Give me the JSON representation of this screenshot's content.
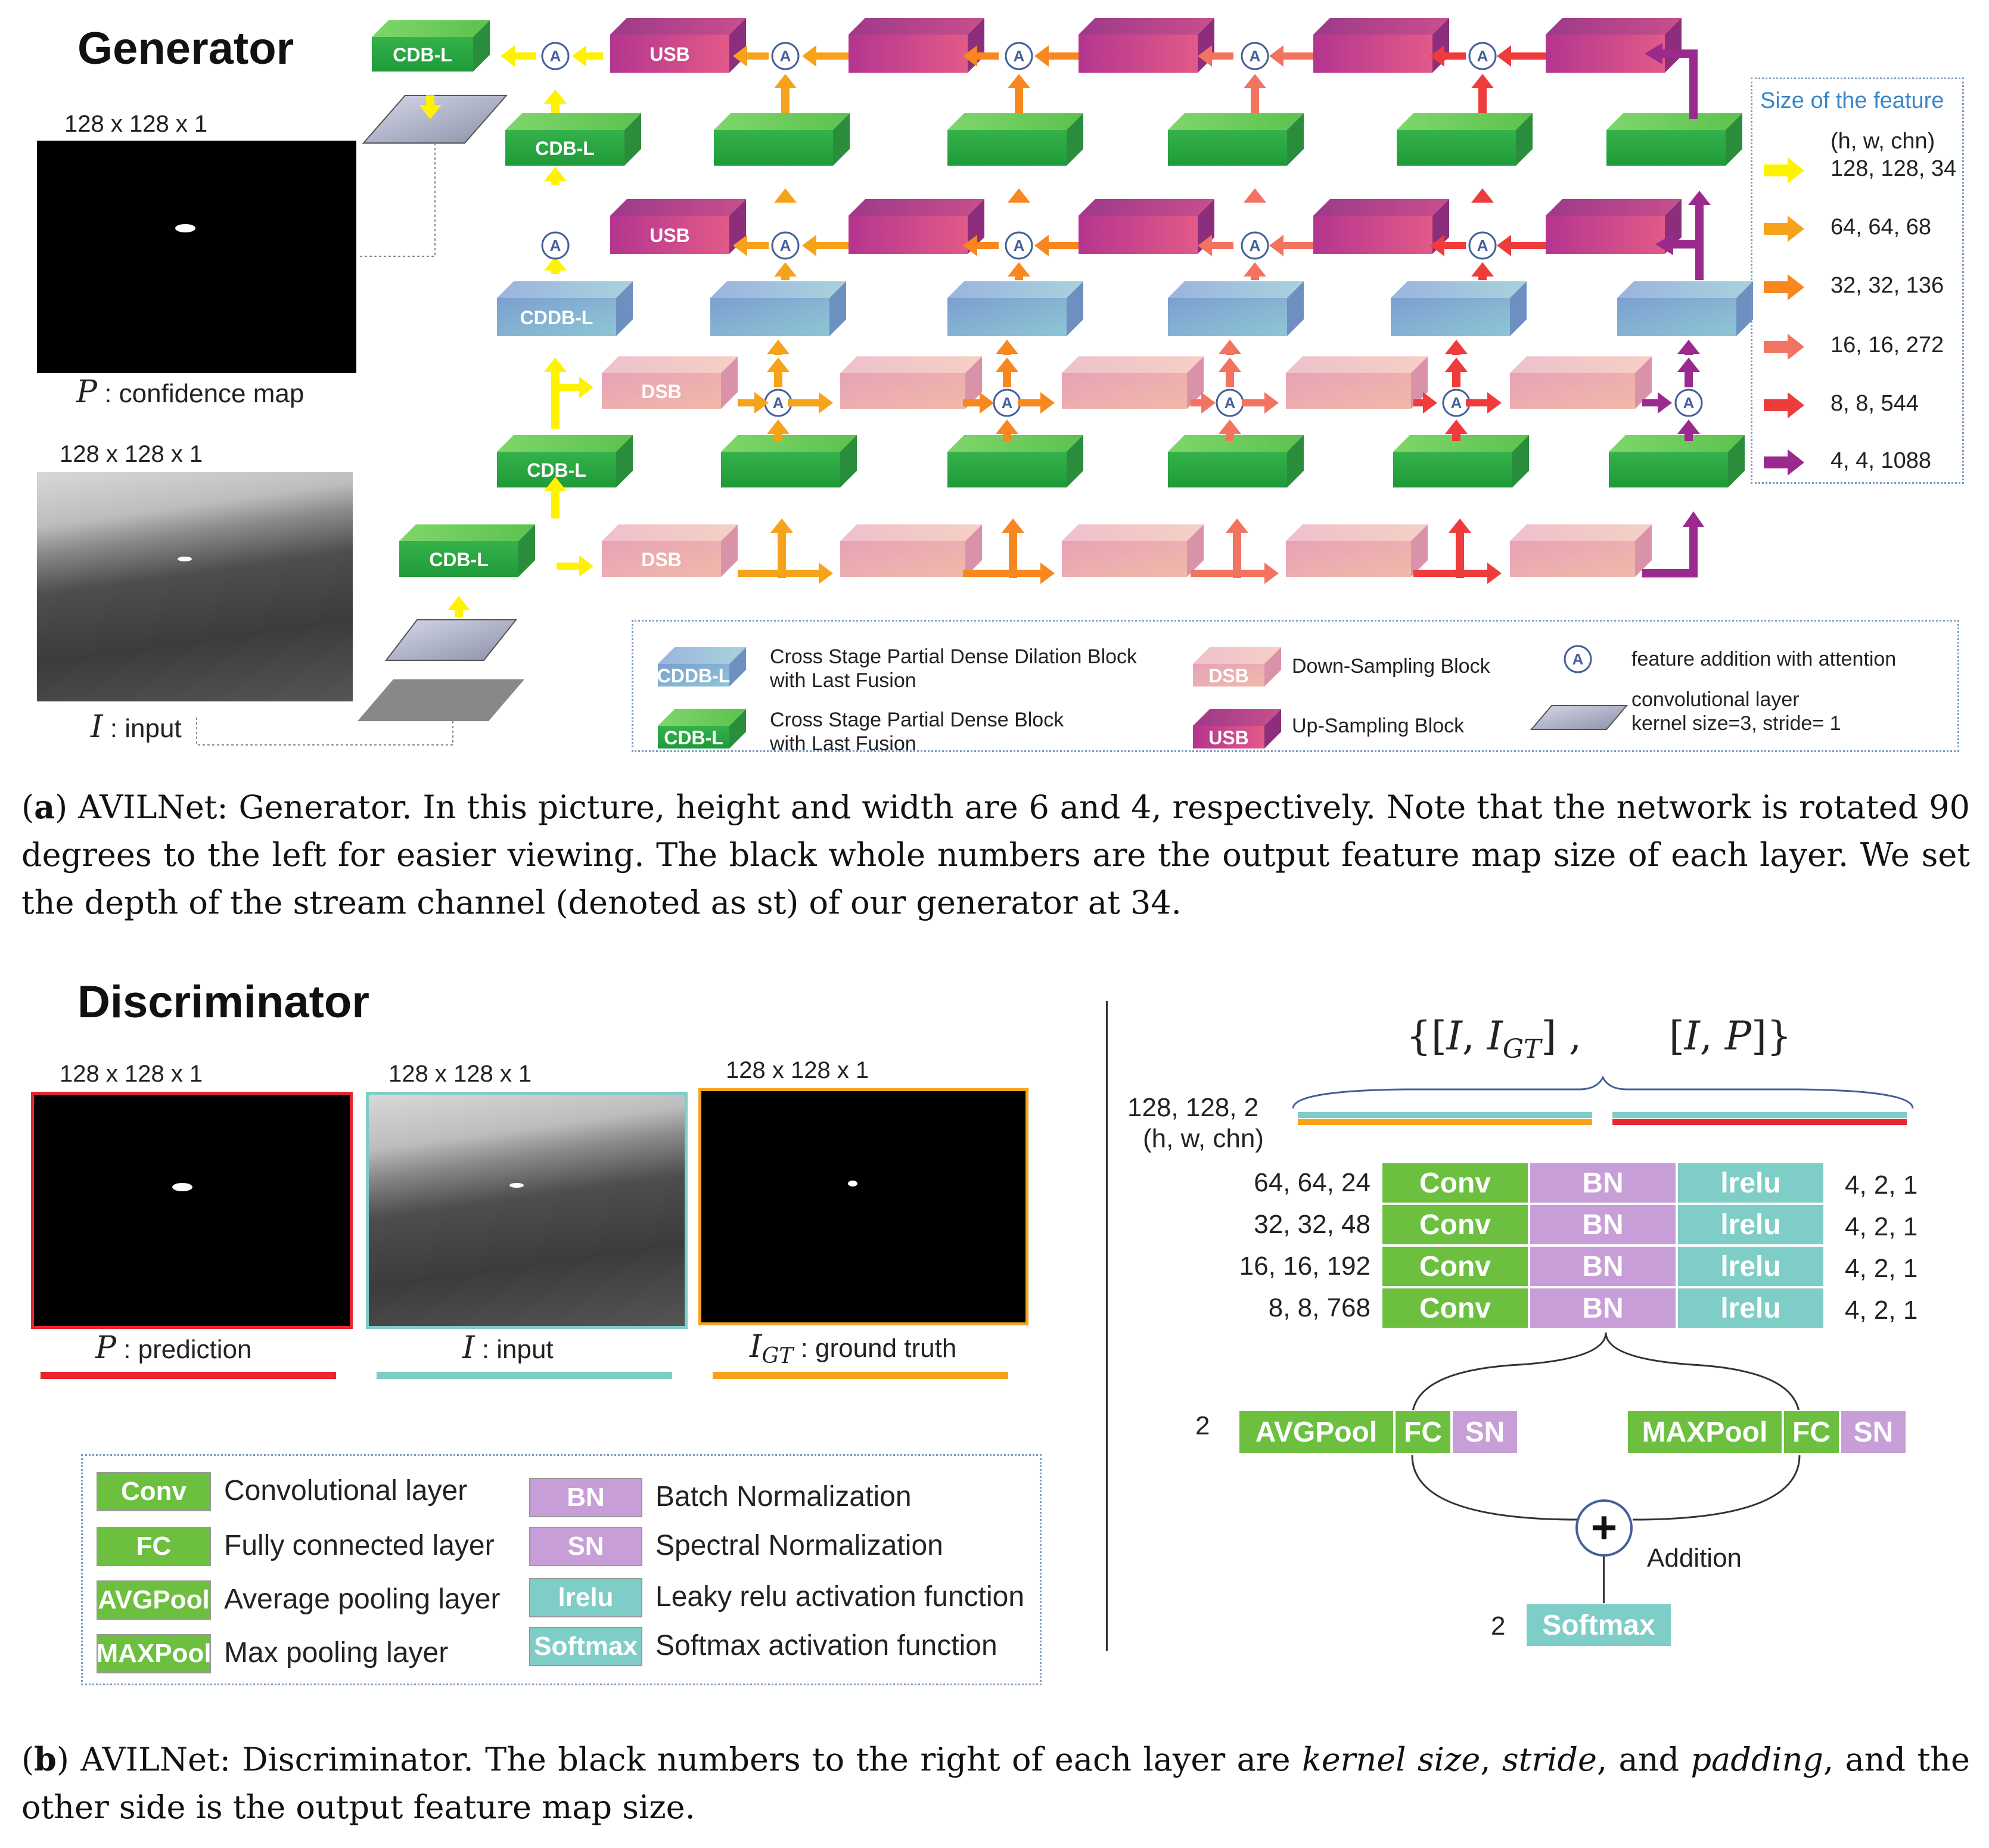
{
  "generator": {
    "title": "Generator",
    "img1_dims": "128 x 128 x 1",
    "img1_var": "P",
    "img1_label": ": confidence map",
    "img2_dims": "128 x 128 x 1",
    "img2_var": "I",
    "img2_label": ": input",
    "block_labels": {
      "cdb": "CDB-L",
      "cddb": "CDDB-L",
      "dsb": "DSB",
      "usb": "USB",
      "attn": "A"
    },
    "size_panel": {
      "title": "Size of the feature",
      "header": "(h, w, chn)",
      "rows": [
        {
          "label": "128, 128, 34",
          "color": "#fff200"
        },
        {
          "label": "64, 64, 68",
          "color": "#f7a21b"
        },
        {
          "label": "32, 32, 136",
          "color": "#f7871e"
        },
        {
          "label": "16, 16, 272",
          "color": "#f2735f"
        },
        {
          "label": "8, 8, 544",
          "color": "#ee3b3b"
        },
        {
          "label": "4, 4, 1088",
          "color": "#9b2a8f"
        }
      ]
    },
    "legend": {
      "cddb_line1": "Cross Stage Partial Dense Dilation Block",
      "cddb_line2": "with Last Fusion",
      "cdb_line1": "Cross Stage Partial Dense Block",
      "cdb_line2": "with Last Fusion",
      "dsb": "Down-Sampling Block",
      "usb": "Up-Sampling Block",
      "attn": "feature addition with attention",
      "conv_line1": "convolutional layer",
      "conv_line2": "kernel size=3, stride= 1"
    }
  },
  "caption_a": {
    "tag": "a",
    "text": "AVILNet: Generator. In this picture, height and width are 6 and 4, respectively. Note that the network is rotated 90 degrees to the left for easier viewing. The black whole numbers are the output feature map size of each layer. We set the depth of the stream channel (denoted as st) of our generator at 34."
  },
  "discriminator": {
    "title": "Discriminator",
    "images": [
      {
        "dims": "128 x 128 x 1",
        "var": "P",
        "label": ": prediction",
        "border": "#e8262e"
      },
      {
        "dims": "128 x 128 x 1",
        "var": "I",
        "label": ": input",
        "border": "#7fcdc7"
      },
      {
        "dims": "128 x 128 x 1",
        "var": "I",
        "sub": "GT",
        "label": ": ground truth",
        "border": "#f7a21b"
      }
    ],
    "pairs_label": "{[I, I_GT] ,     [I, P]}",
    "input_size": "128, 128, 2",
    "input_size_note": "(h, w, chn)",
    "layers": [
      {
        "left": "64, 64, 24",
        "cells": [
          "Conv",
          "BN",
          "lrelu"
        ],
        "right": "4, 2, 1"
      },
      {
        "left": "32, 32, 48",
        "cells": [
          "Conv",
          "BN",
          "lrelu"
        ],
        "right": "4, 2, 1"
      },
      {
        "left": "16, 16, 192",
        "cells": [
          "Conv",
          "BN",
          "lrelu"
        ],
        "right": "4, 2, 1"
      },
      {
        "left": "8, 8, 768",
        "cells": [
          "Conv",
          "BN",
          "lrelu"
        ],
        "right": "4, 2, 1"
      }
    ],
    "avg_branch": {
      "size": "2",
      "cells": [
        "AVGPool",
        "FC",
        "SN"
      ]
    },
    "max_branch": {
      "cells": [
        "MAXPool",
        "FC",
        "SN"
      ]
    },
    "plus": "+",
    "addition": "Addition",
    "softmax": {
      "size": "2",
      "label": "Softmax"
    },
    "legend": [
      {
        "key": "Conv",
        "text": "Convolutional layer",
        "color": "#6cbf3f"
      },
      {
        "key": "FC",
        "text": "Fully connected layer",
        "color": "#6cbf3f"
      },
      {
        "key": "AVGPool",
        "text": "Average pooling layer",
        "color": "#6cbf3f"
      },
      {
        "key": "MAXPool",
        "text": "Max pooling layer",
        "color": "#6cbf3f"
      },
      {
        "key": "BN",
        "text": "Batch Normalization",
        "color": "#c79ed7"
      },
      {
        "key": "SN",
        "text": "Spectral Normalization",
        "color": "#c79ed7"
      },
      {
        "key": "lrelu",
        "text": "Leaky relu activation function",
        "color": "#7fcdc7"
      },
      {
        "key": "Softmax",
        "text": "Softmax activation function",
        "color": "#7fcdc7"
      }
    ]
  },
  "caption_b": {
    "tag": "b",
    "pre": "AVILNet: Discriminator. The black numbers to the right of each layer are ",
    "k": "kernel size",
    "sep1": ", ",
    "s": "stride",
    "sep2": ", and ",
    "p": "padding",
    "post": ", and the other side is the output feature map size."
  }
}
